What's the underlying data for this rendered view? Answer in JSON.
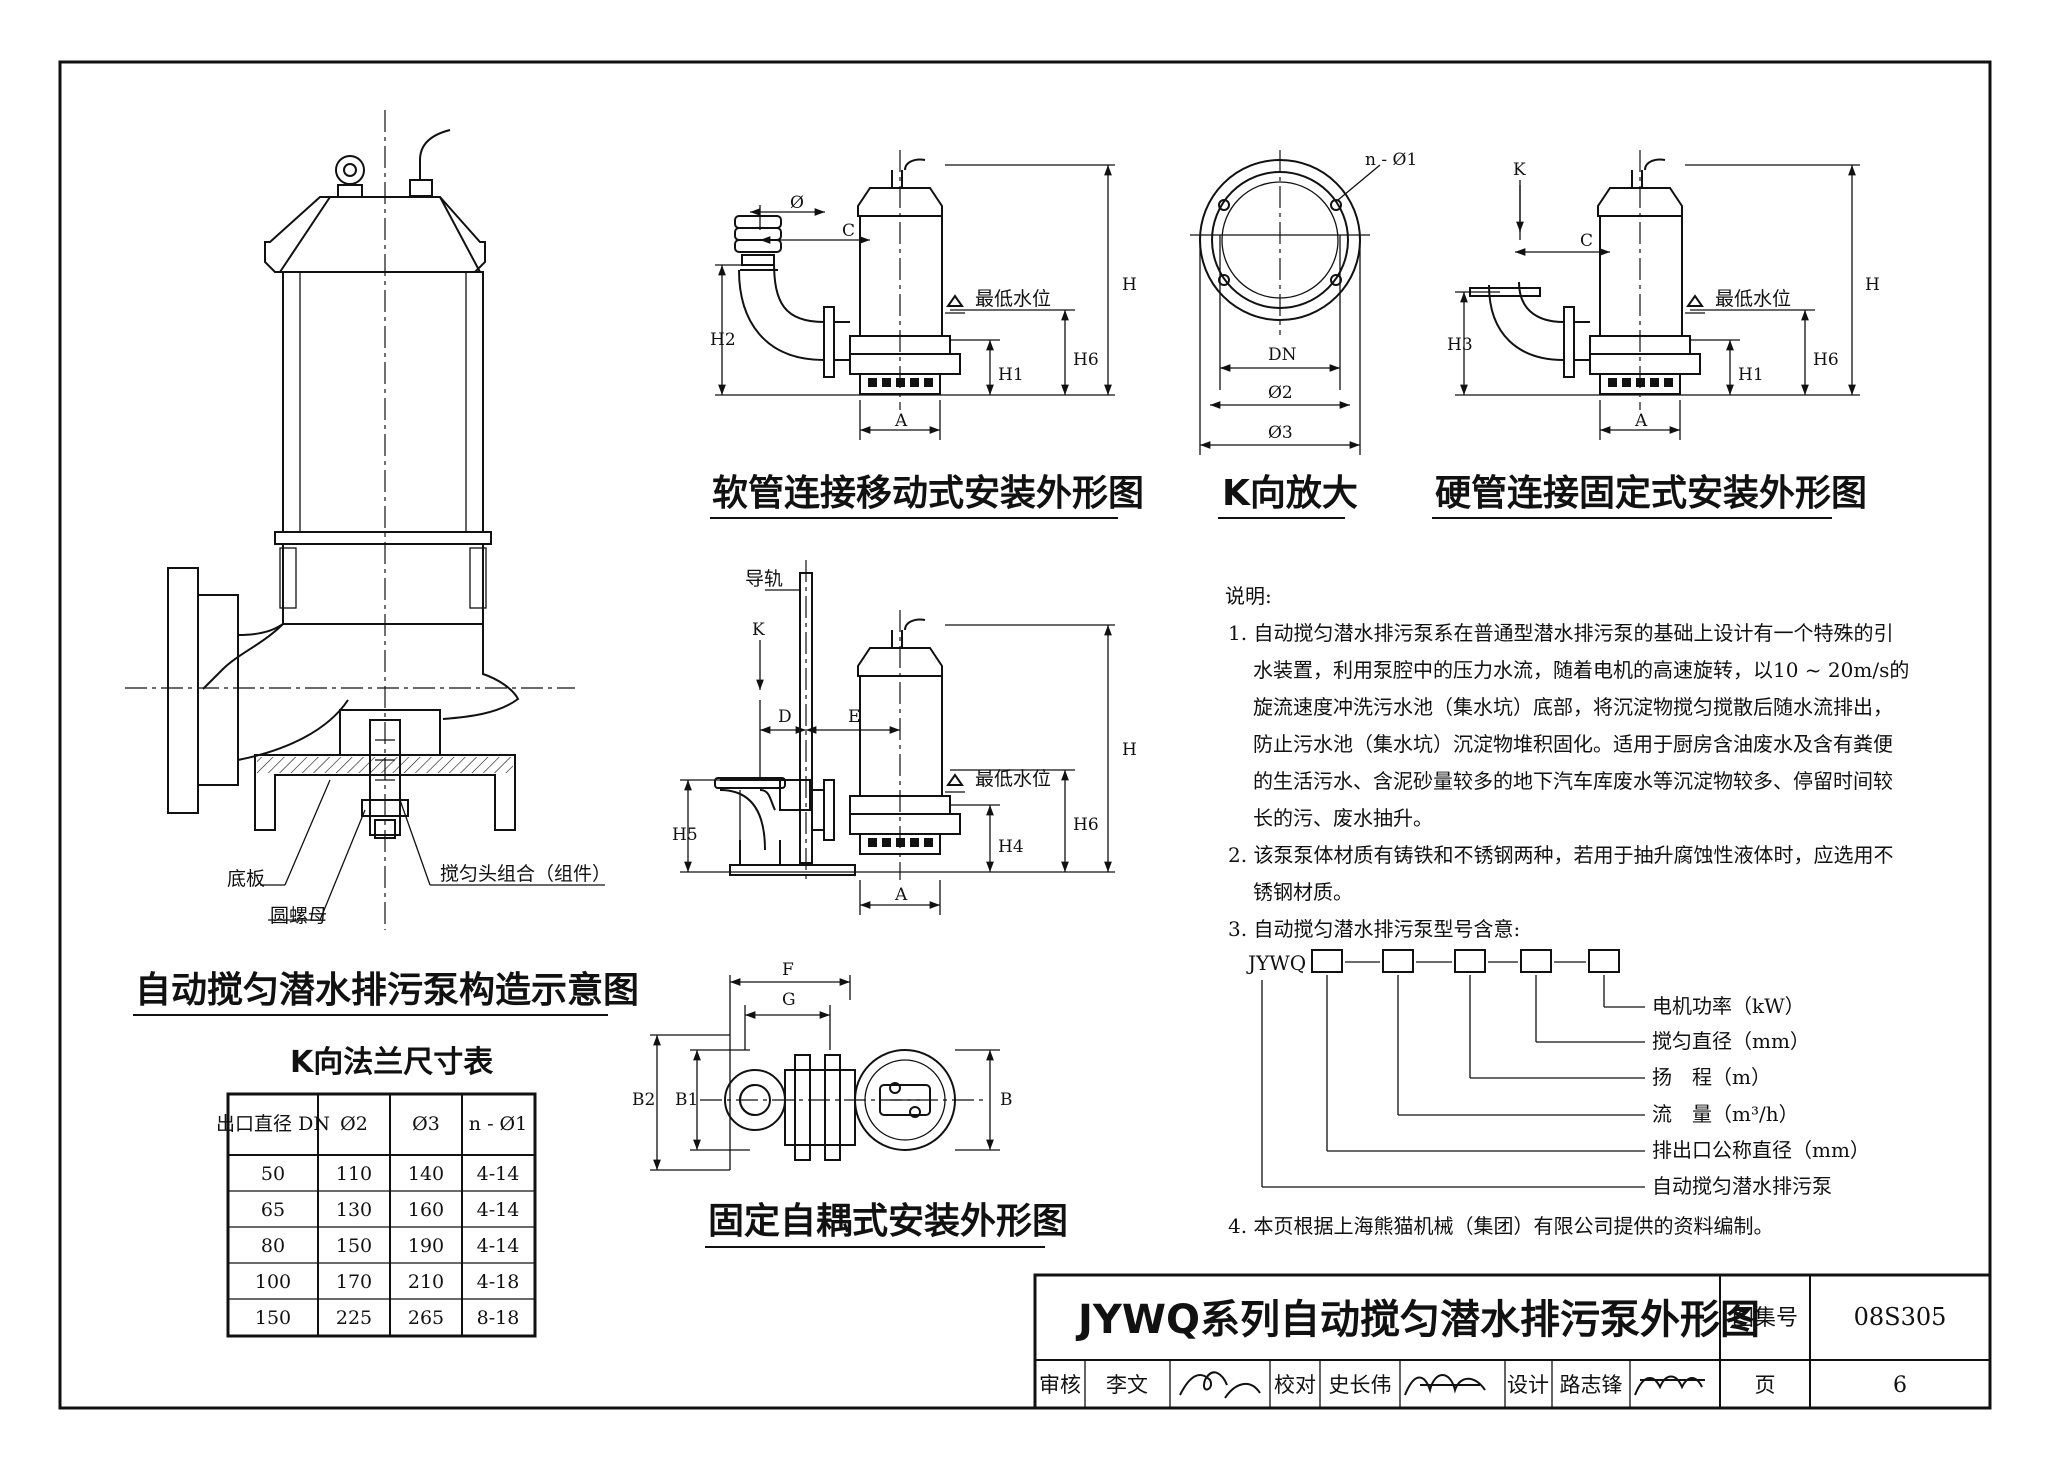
{
  "structure_diagram": {
    "title": "自动搅匀潜水排污泵构造示意图",
    "labels": {
      "base_plate": "底板",
      "round_nut": "圆螺母",
      "stir_head": "搅匀头组合（组件）"
    }
  },
  "hose_view": {
    "title": "软管连接移动式安装外形图",
    "labels": {
      "phi": "Ø",
      "c": "C",
      "h": "H",
      "h1": "H1",
      "h2": "H2",
      "h6": "H6",
      "a": "A",
      "water_level": "最低水位"
    }
  },
  "k_view": {
    "title": "K向放大",
    "labels": {
      "n_phi1": "n - Ø1",
      "dn": "DN",
      "phi2": "Ø2",
      "phi3": "Ø3"
    }
  },
  "rigid_view": {
    "title": "硬管连接固定式安装外形图",
    "labels": {
      "k": "K",
      "c": "C",
      "h": "H",
      "h1": "H1",
      "h3": "H3",
      "h6": "H6",
      "a": "A",
      "water_level": "最低水位"
    }
  },
  "coupling_view": {
    "title": "固定自耦式安装外形图",
    "labels": {
      "guide_rail": "导轨",
      "k": "K",
      "d": "D",
      "e": "E",
      "h": "H",
      "h4": "H4",
      "h5": "H5",
      "h6": "H6",
      "a": "A",
      "water_level": "最低水位"
    }
  },
  "plan_view": {
    "labels": {
      "f": "F",
      "g": "G",
      "b": "B",
      "b1": "B1",
      "b2": "B2"
    }
  },
  "flange_table": {
    "title": "K向法兰尺寸表",
    "headers": [
      "出口直径 DN",
      "Ø2",
      "Ø3",
      "n - Ø1"
    ],
    "rows": [
      [
        "50",
        "110",
        "140",
        "4-14"
      ],
      [
        "65",
        "130",
        "160",
        "4-14"
      ],
      [
        "80",
        "150",
        "190",
        "4-14"
      ],
      [
        "100",
        "170",
        "210",
        "4-18"
      ],
      [
        "150",
        "225",
        "265",
        "8-18"
      ]
    ]
  },
  "notes": {
    "heading": "说明:",
    "n1": [
      "1. 自动搅匀潜水排污泵系在普通型潜水排污泵的基础上设计有一个特殊的引",
      "水装置，利用泵腔中的压力水流，随着电机的高速旋转，以10 ~ 20m/s的",
      "旋流速度冲洗污水池（集水坑）底部，将沉淀物搅匀搅散后随水流排出，",
      "防止污水池（集水坑）沉淀物堆积固化。适用于厨房含油废水及含有粪便",
      "的生活污水、含泥砂量较多的地下汽车库废水等沉淀物较多、停留时间较",
      "长的污、废水抽升。"
    ],
    "n2": [
      "2. 该泵泵体材质有铸铁和不锈钢两种，若用于抽升腐蚀性液体时，应选用不",
      "锈钢材质。"
    ],
    "n3": "3. 自动搅匀潜水排污泵型号含意:",
    "model_prefix": "JYWQ",
    "model_items": [
      "电机功率（kW）",
      "搅匀直径（mm）",
      "扬　程（m）",
      "流　量（m³/h）",
      "排出口公称直径（mm）",
      "自动搅匀潜水排污泵"
    ],
    "n4": "4. 本页根据上海熊猫机械（集团）有限公司提供的资料编制。"
  },
  "title_block": {
    "main_title": "JYWQ系列自动搅匀潜水排污泵外形图",
    "atlas_label": "图集号",
    "atlas_no": "08S305",
    "review_label": "审核",
    "reviewer": "李文",
    "check_label": "校对",
    "checker": "史长伟",
    "design_label": "设计",
    "designer": "路志锋",
    "page_label": "页",
    "page_no": "6"
  }
}
